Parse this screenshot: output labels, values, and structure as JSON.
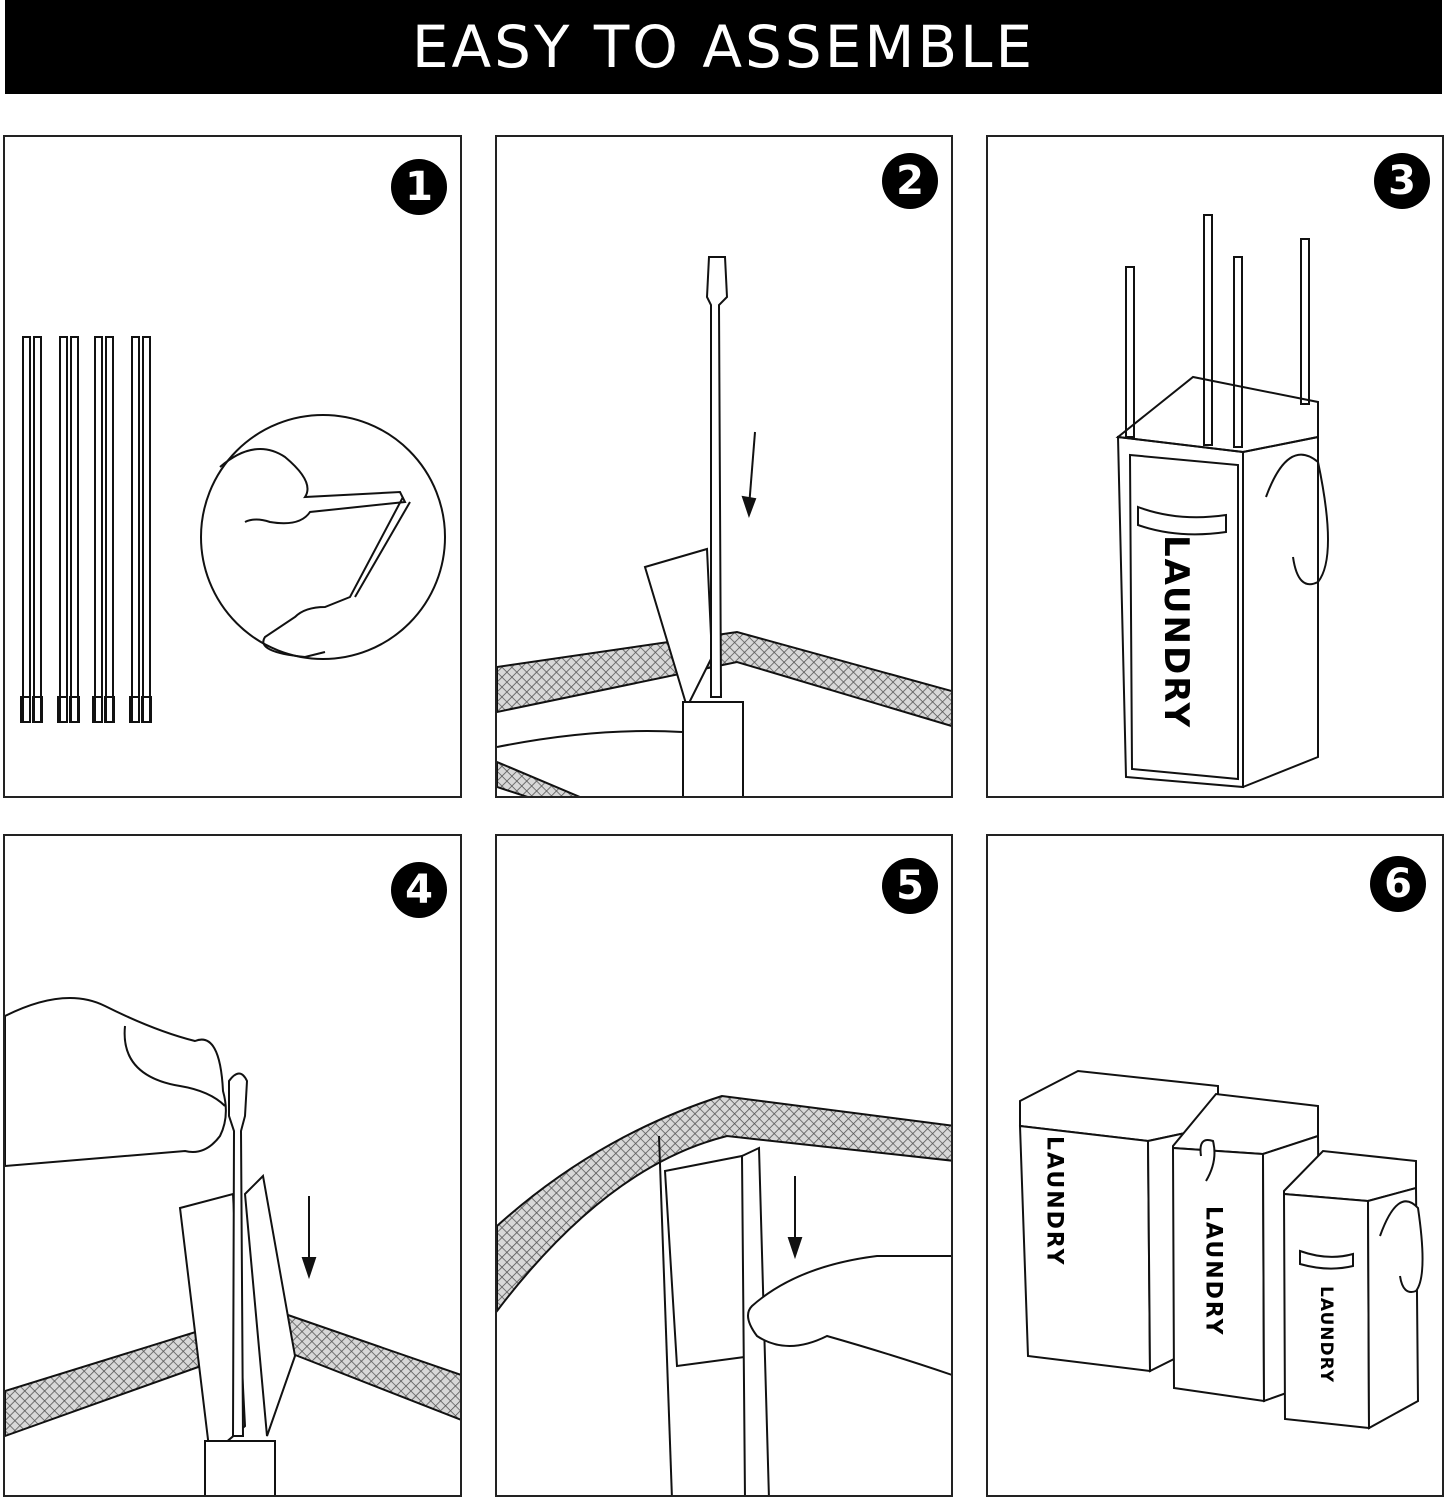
{
  "header": {
    "title": "EASY TO ASSEMBLE"
  },
  "steps": [
    {
      "number": "1"
    },
    {
      "number": "2"
    },
    {
      "number": "3",
      "bag_label": "LAUNDRY"
    },
    {
      "number": "4"
    },
    {
      "number": "5"
    },
    {
      "number": "6",
      "bag_labels": [
        "LAUNDRY",
        "LAUNDRY",
        "LAUNDRY"
      ]
    }
  ],
  "colors": {
    "banner": "#000000",
    "ink": "#111111",
    "mesh": "#777777",
    "background": "#ffffff"
  }
}
